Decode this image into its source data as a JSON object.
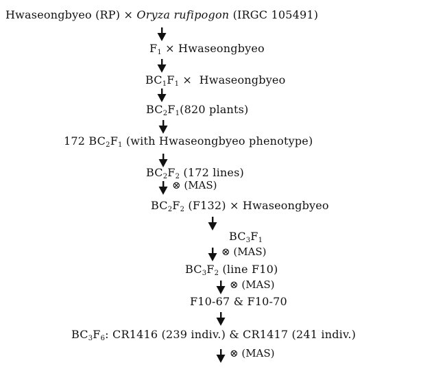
{
  "steps": [
    [
      "Hwaseongbyeo (RP)  × ",
      "Oryza rufipogon",
      " (IRGC 105491)"
    ],
    [
      "F",
      "1",
      " × Hwaseongbyeo"
    ],
    [
      "BC",
      "1",
      "F",
      "1",
      " ×  Hwaseongbyeo"
    ],
    [
      "BC",
      "2",
      "F",
      "1",
      "(820 plants)"
    ],
    [
      "172 BC",
      "2",
      "F",
      "1",
      " (with Hwaseongbyeo phenotype)"
    ],
    [
      "BC",
      "2",
      "F",
      "2",
      " (172 lines)"
    ],
    [
      "BC",
      "2",
      "F",
      "2",
      " (F132) × Hwaseongbyeo"
    ],
    [
      "BC",
      "3",
      "F",
      "1"
    ],
    [
      "BC",
      "3",
      "F",
      "2",
      " (line F10)"
    ],
    [
      "F10-67 & F10-70"
    ],
    [
      "BC",
      "3",
      "F",
      "6",
      ": CR1416 (239 indiv.) & CR1417 (241 indiv.)"
    ]
  ],
  "mas_label": "⊗ (MAS)",
  "colors": {
    "text": "#111111",
    "arrow": "#111111",
    "background": "#ffffff"
  },
  "icons": {
    "arrow": "down-arrow-icon"
  }
}
